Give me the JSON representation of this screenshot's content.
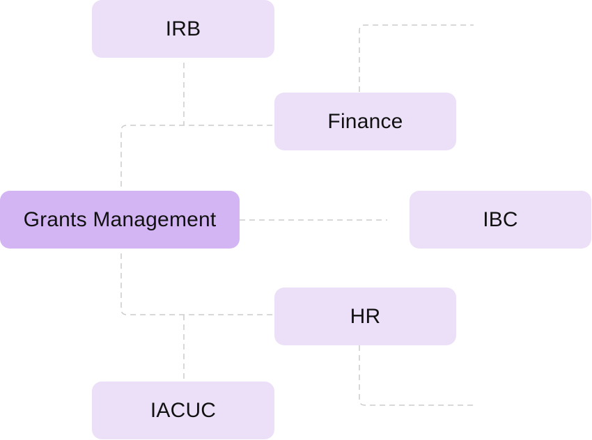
{
  "diagram": {
    "center_node": {
      "label": "Grants Management"
    },
    "nodes": {
      "irb": {
        "label": "IRB"
      },
      "finance": {
        "label": "Finance"
      },
      "ibc": {
        "label": "IBC"
      },
      "hr": {
        "label": "HR"
      },
      "iacuc": {
        "label": "IACUC"
      }
    }
  },
  "colors": {
    "node_fill": "#ece0f8",
    "center_fill": "#d4b5f3",
    "connector": "#cccccc",
    "text": "#111111"
  }
}
